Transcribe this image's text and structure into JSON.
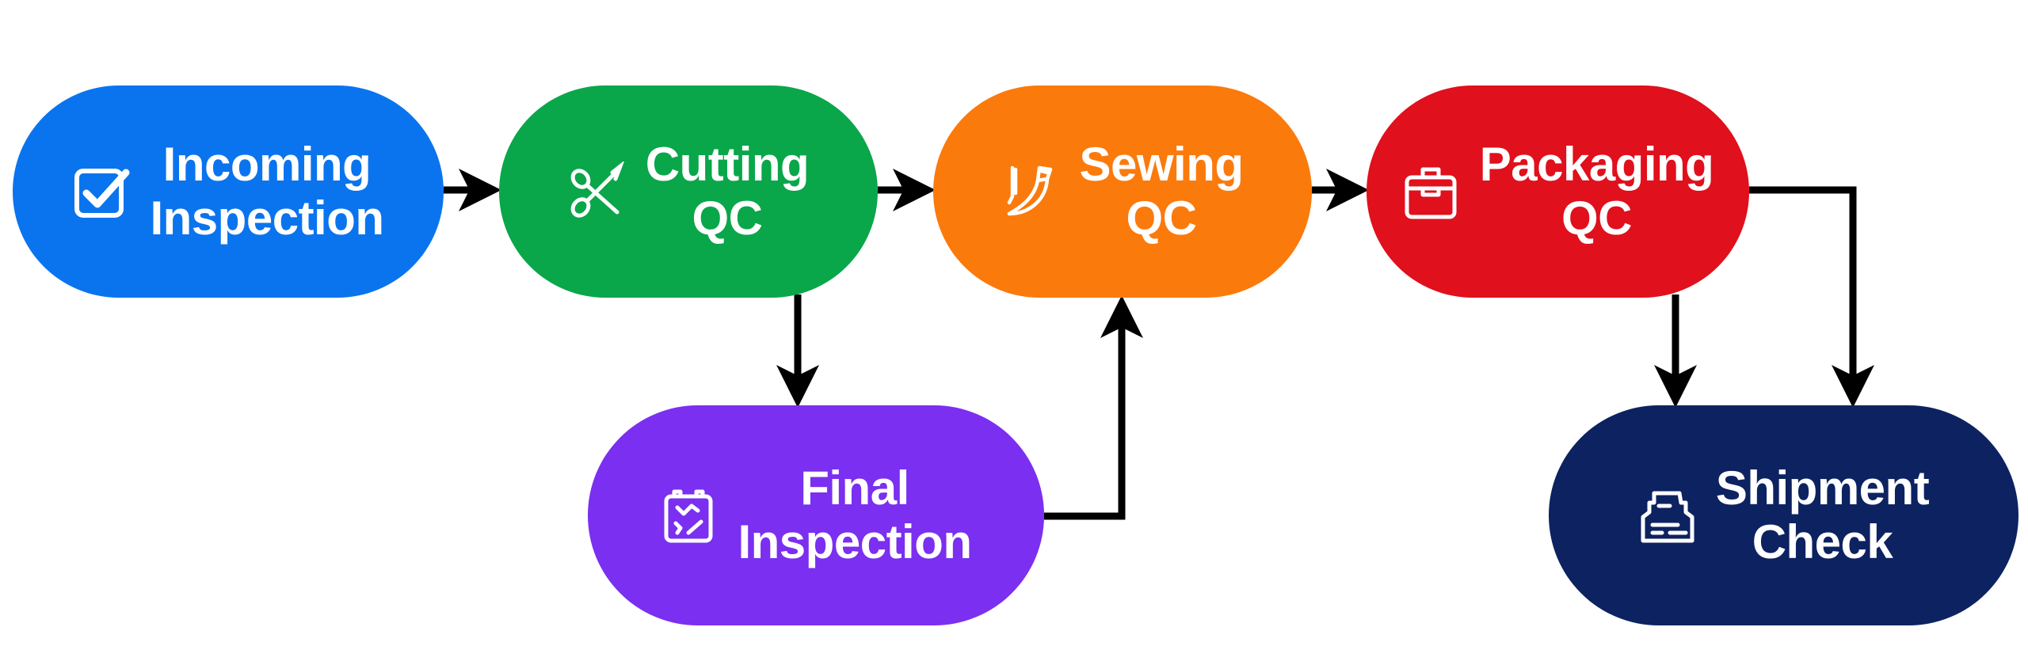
{
  "diagram": {
    "type": "flowchart",
    "nodes": [
      {
        "id": "incoming",
        "lines": [
          "Incoming",
          "Inspection"
        ],
        "icon": "checkbox-icon",
        "color": "#0a74ee"
      },
      {
        "id": "cutting",
        "lines": [
          "Cutting",
          "QC"
        ],
        "icon": "scissors-icon",
        "color": "#0aa64a"
      },
      {
        "id": "sewing",
        "lines": [
          "Sewing",
          "QC"
        ],
        "icon": "sewing-needle-icon",
        "color": "#fb7a0c"
      },
      {
        "id": "packaging",
        "lines": [
          "Packaging",
          "QC"
        ],
        "icon": "package-box-icon",
        "color": "#e0101c"
      },
      {
        "id": "final",
        "lines": [
          "Final",
          "Inspection"
        ],
        "icon": "inspection-clipboard-icon",
        "color": "#7b2ff0"
      },
      {
        "id": "shipment",
        "lines": [
          "Shipment",
          "Check"
        ],
        "icon": "shipping-printer-icon",
        "color": "#0d2260"
      }
    ],
    "edges": [
      {
        "from": "incoming",
        "to": "cutting"
      },
      {
        "from": "cutting",
        "to": "sewing"
      },
      {
        "from": "sewing",
        "to": "packaging"
      },
      {
        "from": "cutting",
        "to": "final"
      },
      {
        "from": "final",
        "to": "sewing"
      },
      {
        "from": "packaging",
        "to": "shipment"
      },
      {
        "from": "packaging",
        "to": "shipment"
      }
    ],
    "edge_color": "#000000"
  }
}
